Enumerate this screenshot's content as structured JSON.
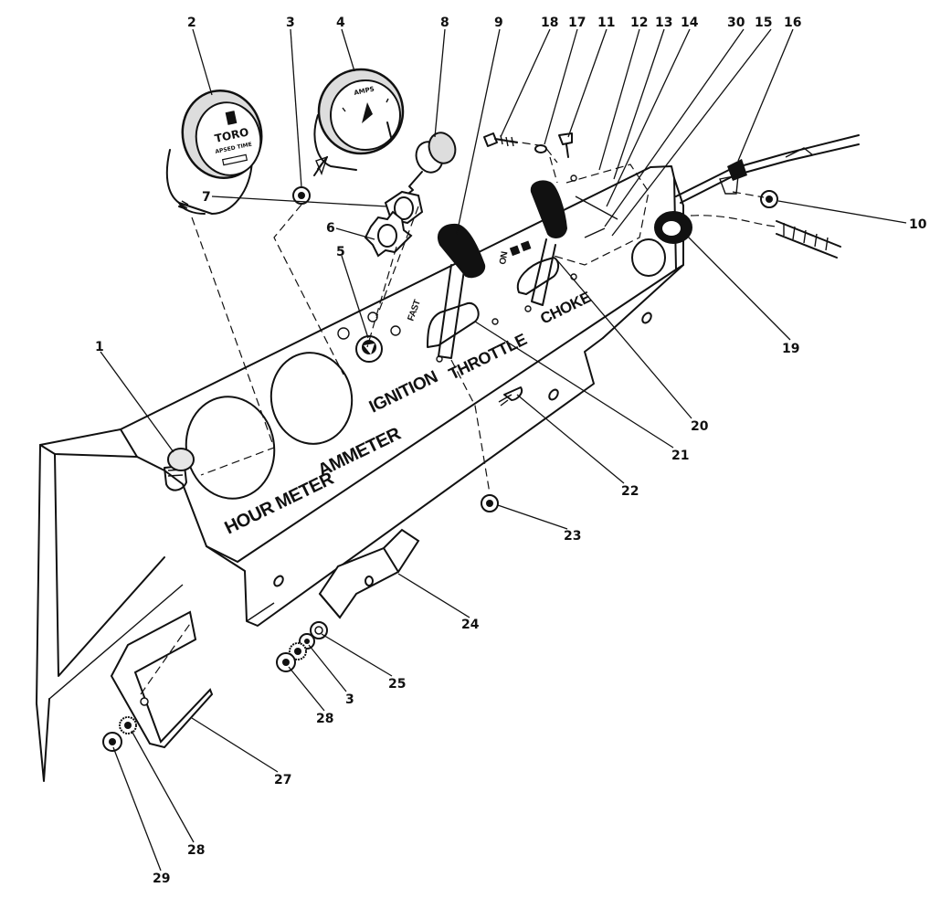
{
  "diagram": {
    "panel_labels": {
      "hour_meter": "HOUR METER",
      "ammeter": "AMMETER",
      "ignition": "IGNITION",
      "throttle": "THROTTLE",
      "choke": "CHOKE",
      "fast": "FAST",
      "on": "ON"
    },
    "gauge_faces": {
      "hour_meter_brand": "TORO",
      "hour_meter_sub": "APSED TIME",
      "ammeter_title": "AMPS"
    },
    "callouts": {
      "c1": "1",
      "c2": "2",
      "c3": "3",
      "c3b": "3",
      "c4": "4",
      "c5": "5",
      "c6": "6",
      "c7": "7",
      "c8": "8",
      "c9": "9",
      "c10": "10",
      "c11": "11",
      "c12": "12",
      "c13": "13",
      "c14": "14",
      "c15": "15",
      "c16": "16",
      "c17": "17",
      "c18": "18",
      "c19": "19",
      "c20": "20",
      "c21": "21",
      "c22": "22",
      "c23": "23",
      "c24": "24",
      "c25": "25",
      "c27": "27",
      "c28": "28",
      "c28b": "28",
      "c29": "29",
      "c30": "30"
    }
  }
}
